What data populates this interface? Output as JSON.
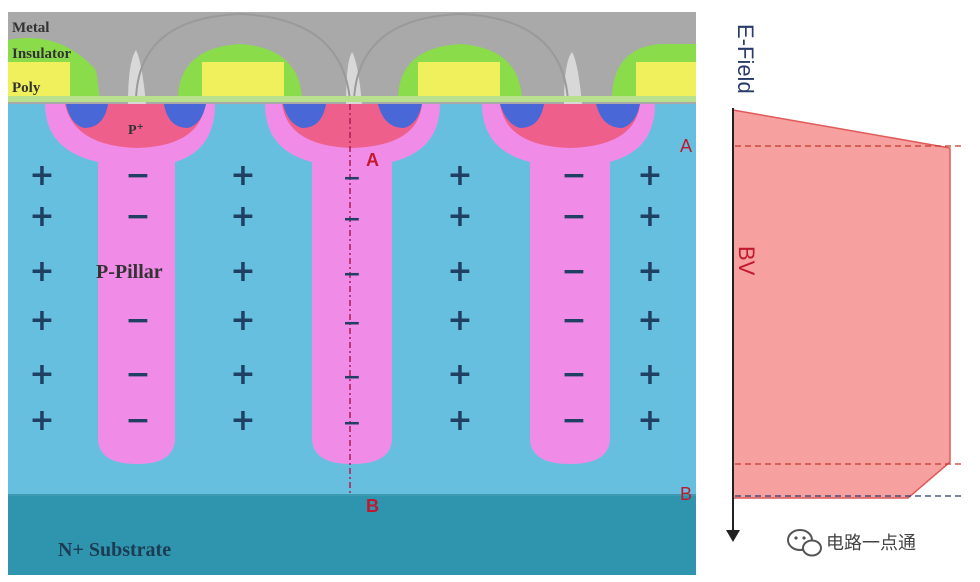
{
  "labels": {
    "metal": "Metal",
    "insulator": "Insulator",
    "poly": "Poly",
    "p_plus": "P⁺",
    "p_pillar": "P-Pillar",
    "n_substrate": "N+ Substrate",
    "point_a": "A",
    "point_b": "B",
    "efield_axis": "E-Field",
    "bv": "BV",
    "watermark": "电路一点通"
  },
  "signs": {
    "plus": "+",
    "minus": "−"
  },
  "colors": {
    "n_drift": "#67bfe0",
    "n_substrate": "#2f94ad",
    "p_pillar": "#f08ce8",
    "p_body": "#ef5f8c",
    "n_source": "#4a67d8",
    "metal": "#a9a9a9",
    "insulator": "#8bdc4a",
    "poly": "#f0ef5c",
    "label_red": "#c0192e",
    "field_fill": "#f7a0a0",
    "field_stroke": "#e05a5a"
  }
}
